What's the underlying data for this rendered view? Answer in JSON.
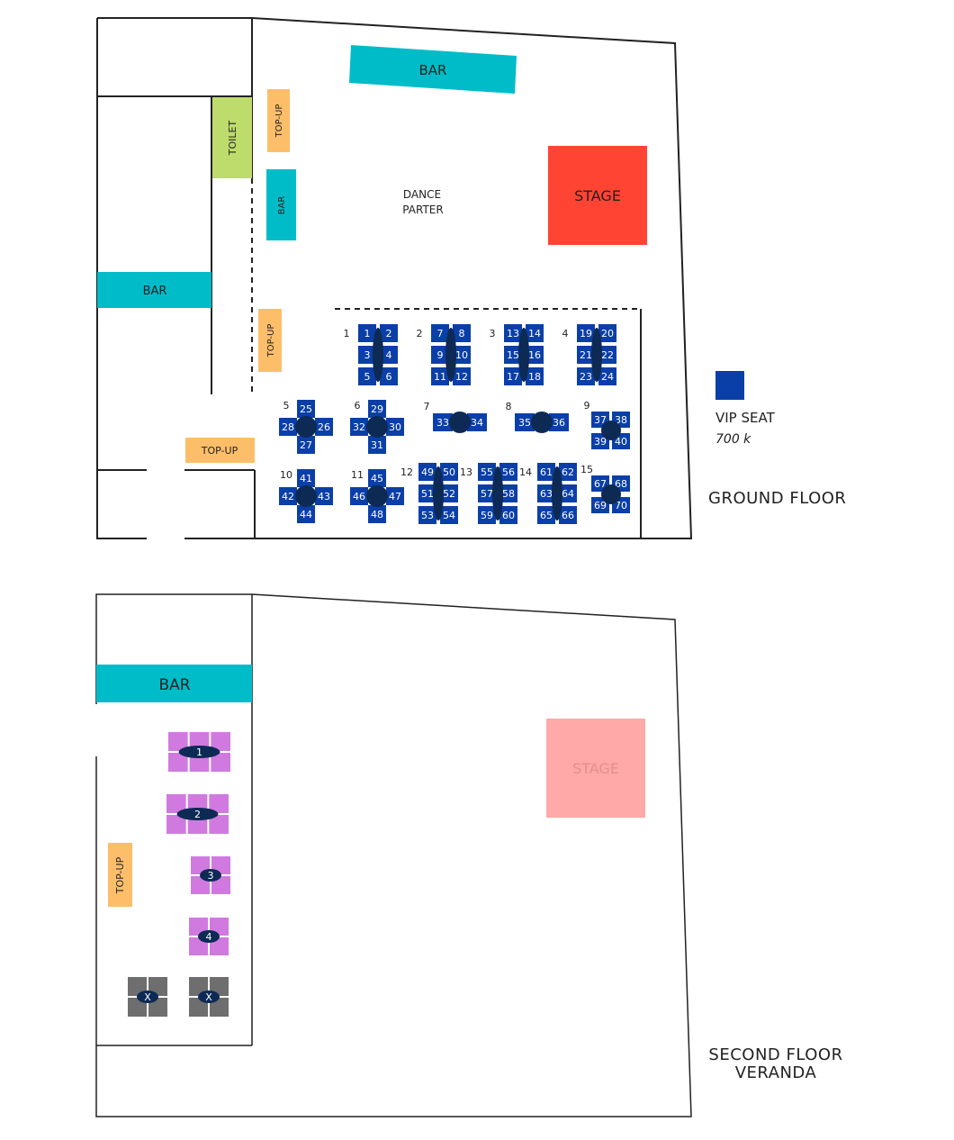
{
  "ground_floor": {
    "caption": "GROUND FLOOR",
    "labels": {
      "bar_top": "BAR",
      "bar_side": "BAR",
      "bar_left": "BAR",
      "toilet": "TOILET",
      "topup_1": "TOP-UP",
      "topup_2": "TOP-UP",
      "topup_3": "TOP-UP",
      "stage": "STAGE",
      "dance_line1": "DANCE",
      "dance_line2": "PARTER"
    },
    "tables": [
      {
        "number": "1",
        "shape": "rect6",
        "seats": [
          "1",
          "2",
          "3",
          "4",
          "5",
          "6"
        ]
      },
      {
        "number": "2",
        "shape": "rect6",
        "seats": [
          "7",
          "8",
          "9",
          "10",
          "11",
          "12"
        ]
      },
      {
        "number": "3",
        "shape": "rect6",
        "seats": [
          "13",
          "14",
          "15",
          "16",
          "17",
          "18"
        ]
      },
      {
        "number": "4",
        "shape": "rect6",
        "seats": [
          "19",
          "20",
          "21",
          "22",
          "23",
          "24"
        ]
      },
      {
        "number": "5",
        "shape": "cross4",
        "seats": [
          "25",
          "26",
          "27",
          "28"
        ]
      },
      {
        "number": "6",
        "shape": "cross4",
        "seats": [
          "29",
          "30",
          "31",
          "32"
        ]
      },
      {
        "number": "7",
        "shape": "pair2",
        "seats": [
          "33",
          "34"
        ]
      },
      {
        "number": "8",
        "shape": "pair2",
        "seats": [
          "35",
          "36"
        ]
      },
      {
        "number": "9",
        "shape": "square4",
        "seats": [
          "37",
          "38",
          "39",
          "40"
        ]
      },
      {
        "number": "10",
        "shape": "cross4",
        "seats": [
          "41",
          "43",
          "44",
          "42"
        ]
      },
      {
        "number": "11",
        "shape": "cross4",
        "seats": [
          "45",
          "47",
          "48",
          "46"
        ]
      },
      {
        "number": "12",
        "shape": "rect6",
        "seats": [
          "49",
          "50",
          "51",
          "52",
          "53",
          "54"
        ]
      },
      {
        "number": "13",
        "shape": "rect6",
        "seats": [
          "55",
          "56",
          "57",
          "58",
          "59",
          "60"
        ]
      },
      {
        "number": "14",
        "shape": "rect6",
        "seats": [
          "61",
          "62",
          "63",
          "64",
          "65",
          "66"
        ]
      },
      {
        "number": "15",
        "shape": "square4",
        "seats": [
          "67",
          "68",
          "69",
          "70"
        ]
      }
    ]
  },
  "legend": {
    "label": "VIP SEAT",
    "price": "700 k",
    "color": "#0b3fa8"
  },
  "second_floor": {
    "caption_line1": "SECOND FLOOR",
    "caption_line2": "VERANDA",
    "labels": {
      "bar": "BAR",
      "stage": "STAGE",
      "topup": "TOP-UP"
    },
    "tables": [
      {
        "label": "1",
        "color": "#d07ae0"
      },
      {
        "label": "2",
        "color": "#d07ae0"
      },
      {
        "label": "3",
        "color": "#d07ae0"
      },
      {
        "label": "4",
        "color": "#d07ae0"
      },
      {
        "label": "X",
        "color": "#6e6e6e"
      },
      {
        "label": "X",
        "color": "#6e6e6e"
      }
    ]
  },
  "colors": {
    "bar": "#00bcc9",
    "toilet": "#bddc6c",
    "topup": "#fdbe6a",
    "stage": "#ff4433",
    "stage_upper": "#ffaaa8",
    "seat_vip": "#0b3fa8",
    "table": "#0d2a55"
  }
}
